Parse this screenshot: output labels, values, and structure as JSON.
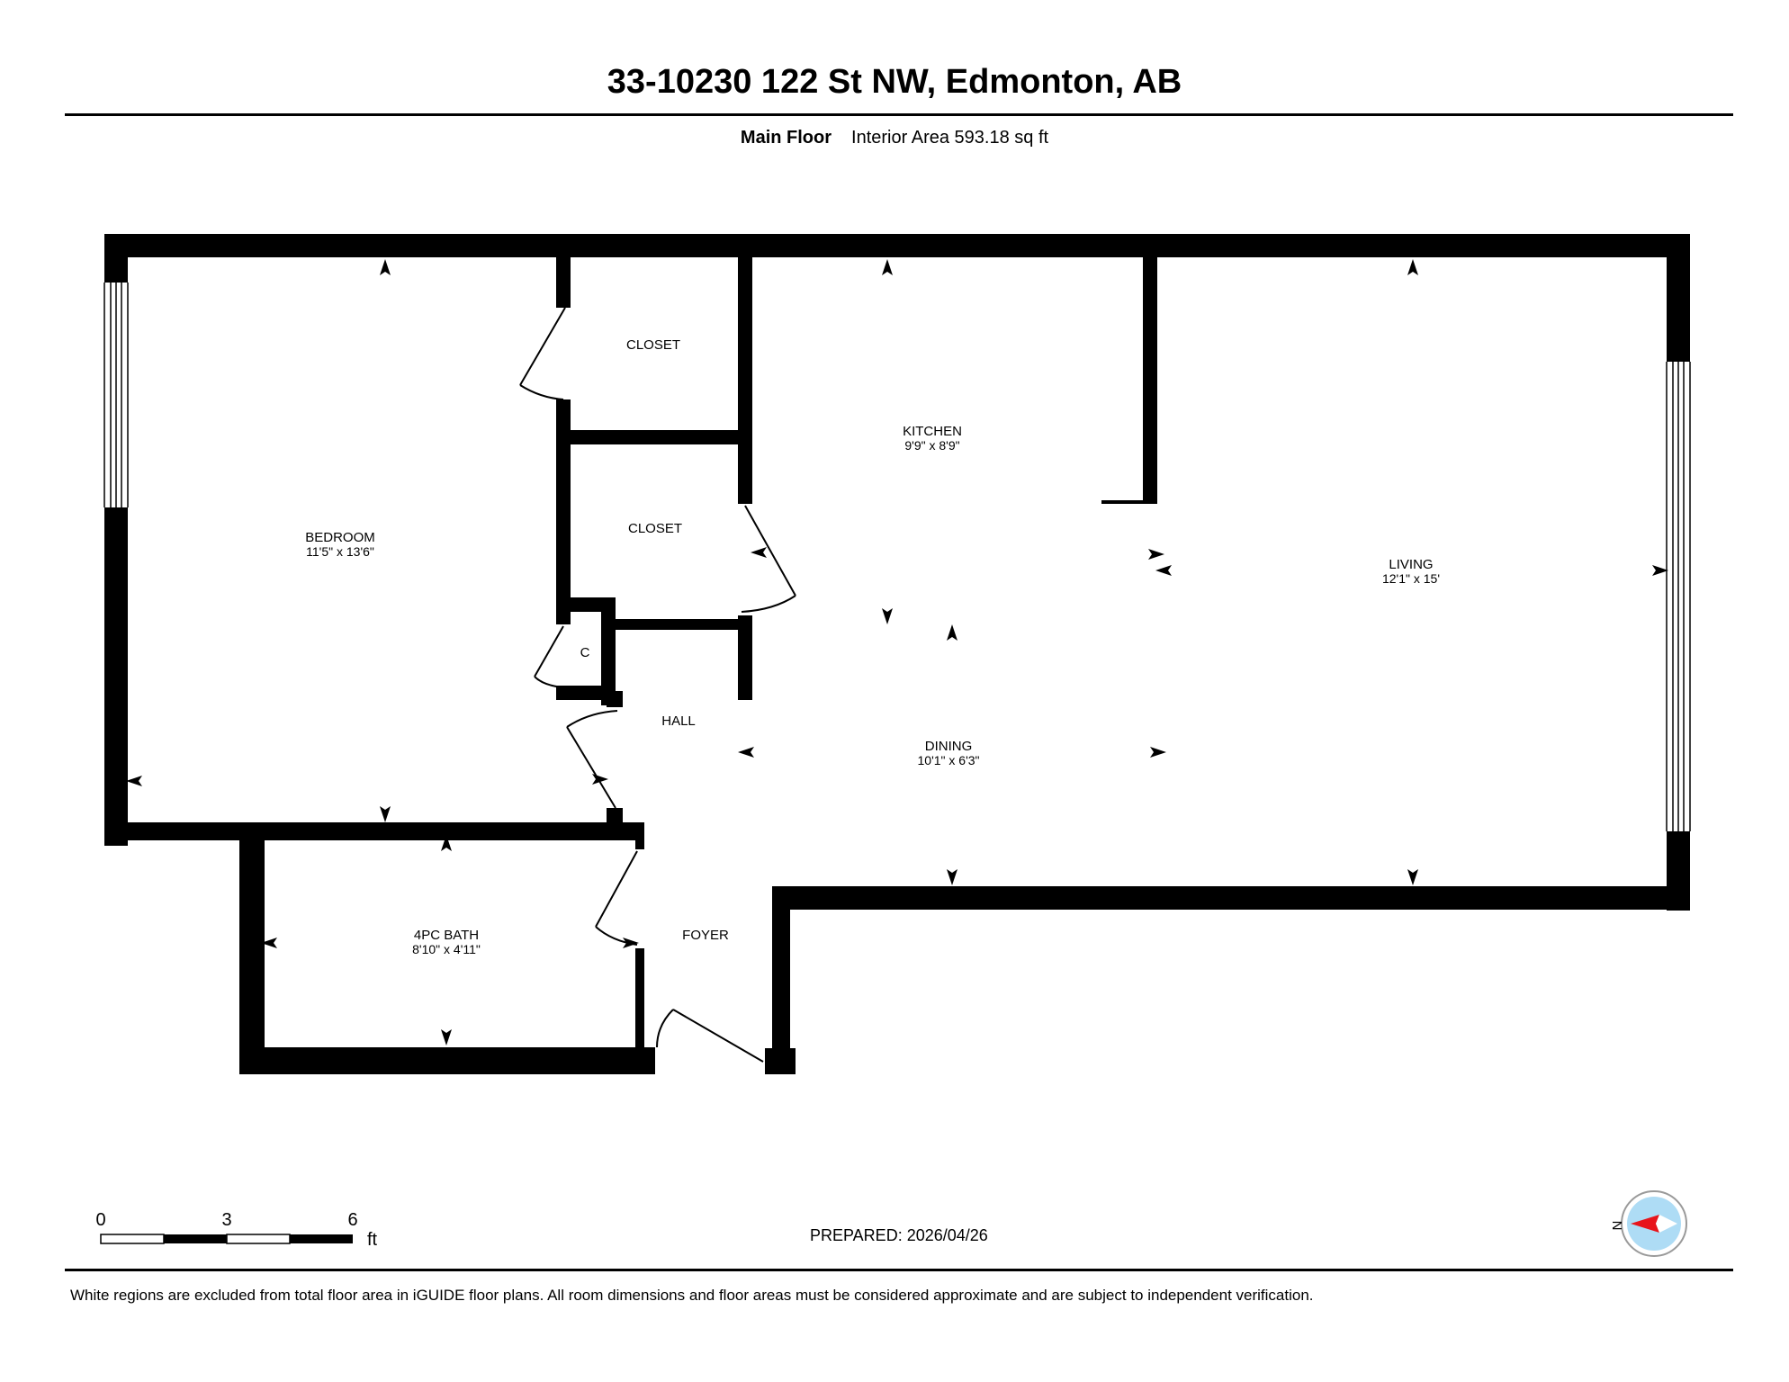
{
  "header": {
    "title": "33-10230 122 St NW, Edmonton, AB",
    "floor_label": "Main Floor",
    "area_label": "Interior Area 593.18 sq ft"
  },
  "rooms": {
    "closet_top": {
      "name": "CLOSET"
    },
    "closet_mid": {
      "name": "CLOSET"
    },
    "kitchen": {
      "name": "KITCHEN",
      "dims": "9'9\" x 8'9\""
    },
    "bedroom": {
      "name": "BEDROOM",
      "dims": "11'5\" x 13'6\""
    },
    "living": {
      "name": "LIVING",
      "dims": "12'1\" x 15'"
    },
    "c": {
      "name": "C"
    },
    "hall": {
      "name": "HALL"
    },
    "dining": {
      "name": "DINING",
      "dims": "10'1\" x 6'3\""
    },
    "bath": {
      "name": "4PC BATH",
      "dims": "8'10\" x 4'11\""
    },
    "foyer": {
      "name": "FOYER"
    }
  },
  "scale": {
    "tick_0": "0",
    "tick_3": "3",
    "tick_6": "6",
    "unit": "ft"
  },
  "compass": {
    "label": "N"
  },
  "prepared": "PREPARED: 2026/04/26",
  "footer": "White regions are excluded from total floor area in iGUIDE floor plans. All room dimensions and floor areas must be considered approximate and are subject to independent verification.",
  "colors": {
    "wall": "#000000",
    "compass_fill": "#aedcf5",
    "compass_needle": "#e8141b"
  }
}
